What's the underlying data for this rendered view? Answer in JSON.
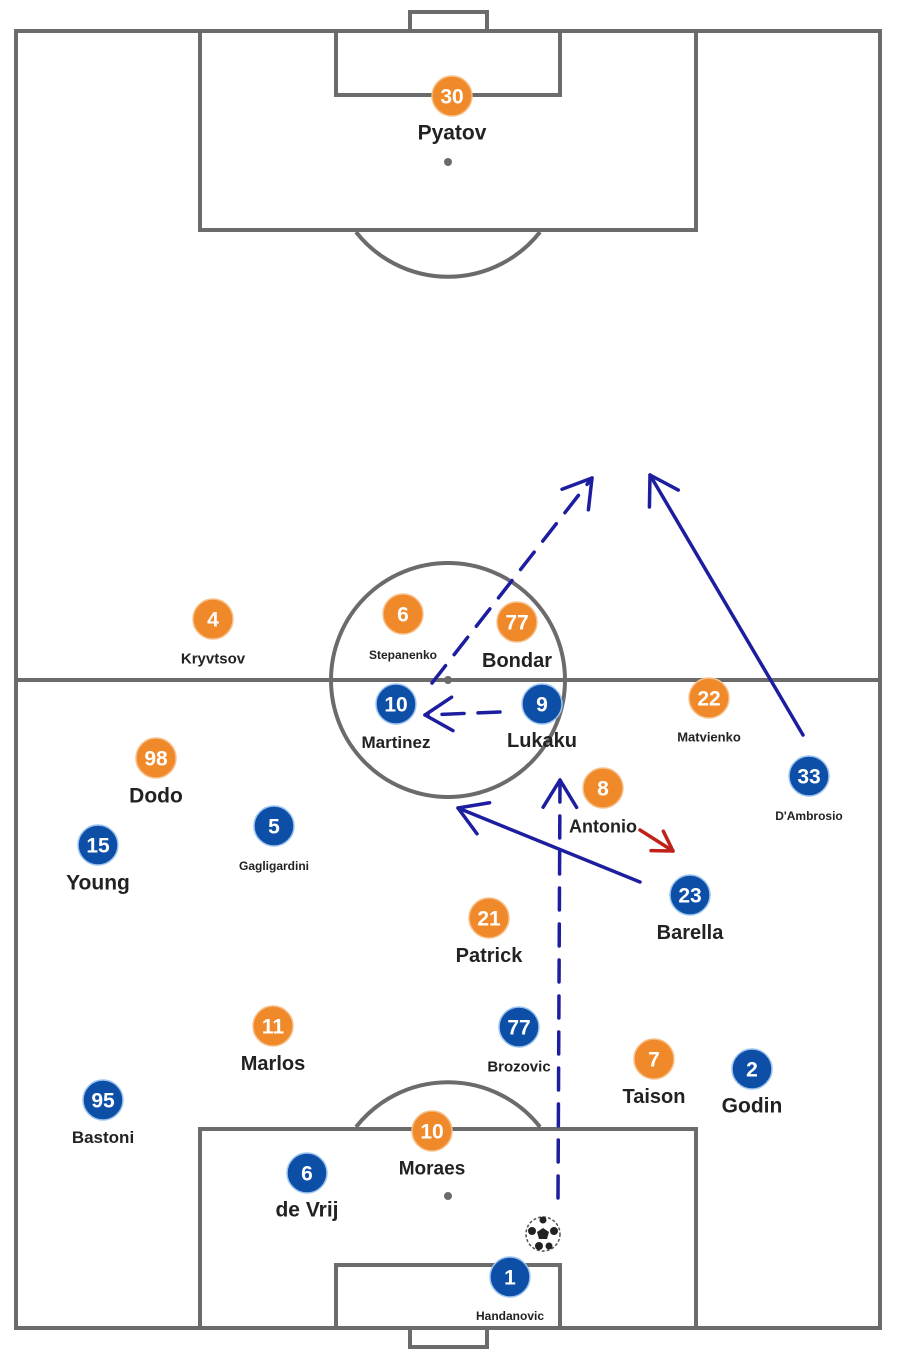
{
  "colors": {
    "team_orange": "#f0892a",
    "team_blue": "#0d4ea6",
    "arrow_blue": "#1d1da0",
    "arrow_red": "#c0211a",
    "pitch_line": "#6b6b6b"
  },
  "players": [
    {
      "team": "orange",
      "number": "30",
      "name": "Pyatov"
    },
    {
      "team": "orange",
      "number": "4",
      "name": "Kryvtsov"
    },
    {
      "team": "orange",
      "number": "6",
      "name": "Stepanenko"
    },
    {
      "team": "orange",
      "number": "77",
      "name": "Bondar"
    },
    {
      "team": "orange",
      "number": "22",
      "name": "Matvienko"
    },
    {
      "team": "orange",
      "number": "98",
      "name": "Dodo"
    },
    {
      "team": "orange",
      "number": "8",
      "name": "Antonio"
    },
    {
      "team": "orange",
      "number": "21",
      "name": "Patrick"
    },
    {
      "team": "orange",
      "number": "11",
      "name": "Marlos"
    },
    {
      "team": "orange",
      "number": "7",
      "name": "Taison"
    },
    {
      "team": "orange",
      "number": "10",
      "name": "Moraes"
    },
    {
      "team": "blue",
      "number": "10",
      "name": "Martinez"
    },
    {
      "team": "blue",
      "number": "9",
      "name": "Lukaku"
    },
    {
      "team": "blue",
      "number": "33",
      "name": "D'Ambrosio"
    },
    {
      "team": "blue",
      "number": "5",
      "name": "Gagligardini"
    },
    {
      "team": "blue",
      "number": "15",
      "name": "Young"
    },
    {
      "team": "blue",
      "number": "23",
      "name": "Barella"
    },
    {
      "team": "blue",
      "number": "77",
      "name": "Brozovic"
    },
    {
      "team": "blue",
      "number": "2",
      "name": "Godin"
    },
    {
      "team": "blue",
      "number": "95",
      "name": "Bastoni"
    },
    {
      "team": "blue",
      "number": "6",
      "name": "de Vrij"
    },
    {
      "team": "blue",
      "number": "1",
      "name": "Handanovic"
    }
  ],
  "arrows": [
    {
      "type": "dashed",
      "color": "blue",
      "meaning": "pass"
    },
    {
      "type": "dashed",
      "color": "blue",
      "meaning": "pass"
    },
    {
      "type": "solid",
      "color": "blue",
      "meaning": "run"
    },
    {
      "type": "solid",
      "color": "blue",
      "meaning": "run"
    },
    {
      "type": "dashed",
      "color": "blue",
      "meaning": "pass"
    },
    {
      "type": "solid",
      "color": "red",
      "meaning": "run"
    }
  ]
}
